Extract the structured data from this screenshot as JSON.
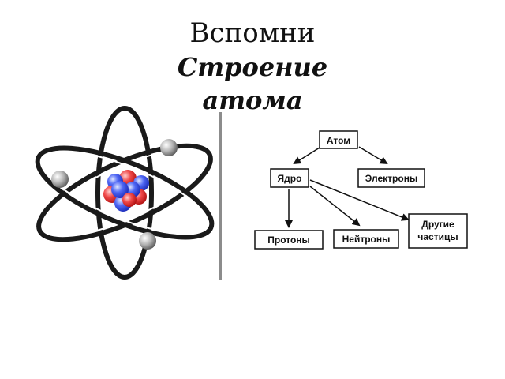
{
  "title": {
    "line1": "Вспомни",
    "line2": "Строение",
    "line3": "атома"
  },
  "diagram": {
    "atom": "Атом",
    "nucleus": "Ядро",
    "electrons": "Электроны",
    "protons": "Протоны",
    "neutrons": "Нейтроны",
    "other_line1": "Другие",
    "other_line2": "частицы"
  },
  "colors": {
    "proton": "#e8323c",
    "neutron": "#3f5bf0",
    "electron": "#9a9a9a",
    "orbit": "#1a1a1a",
    "divider": "#8c8c8c"
  }
}
